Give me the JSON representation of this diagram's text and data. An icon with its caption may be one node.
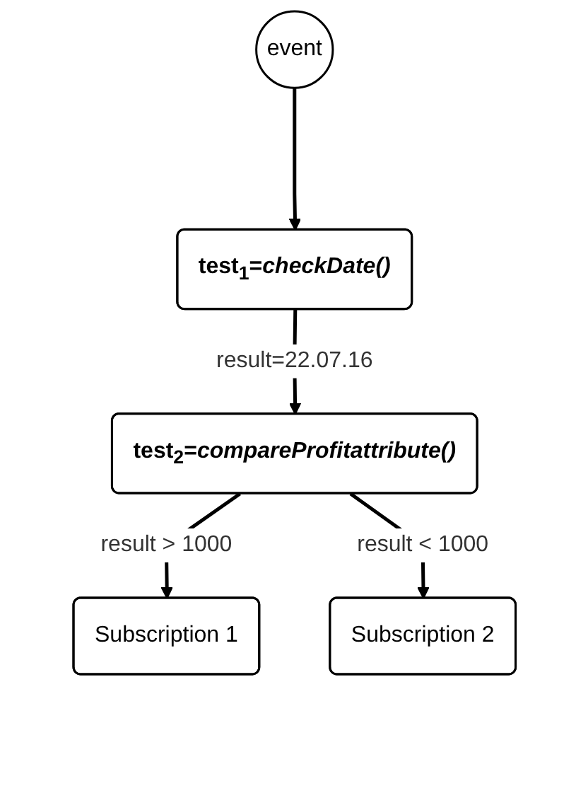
{
  "diagram": {
    "nodes": [
      {
        "text": [
          "event"
        ]
      },
      {
        "text": [
          "test$_{1}$=*checkDate()*"
        ]
      },
      {
        "text": [
          "test$_{2}$=*compareProfitattribute()*"
        ]
      },
      {
        "text": [
          "Subscription 1"
        ]
      },
      {
        "text": [
          "Subscription 2"
        ]
      }
    ],
    "edges": [
      {
        "from": 0,
        "to": 1,
        "arrow": "to"
      },
      {
        "from": 1,
        "to": 2,
        "arrow": "to",
        "label": "result=22.07.16"
      },
      {
        "from": 2,
        "to": 3,
        "arrow": "to",
        "label": "result > 1000"
      },
      {
        "from": 2,
        "to": 4,
        "arrow": "to",
        "label": "result < 1000"
      }
    ]
  }
}
